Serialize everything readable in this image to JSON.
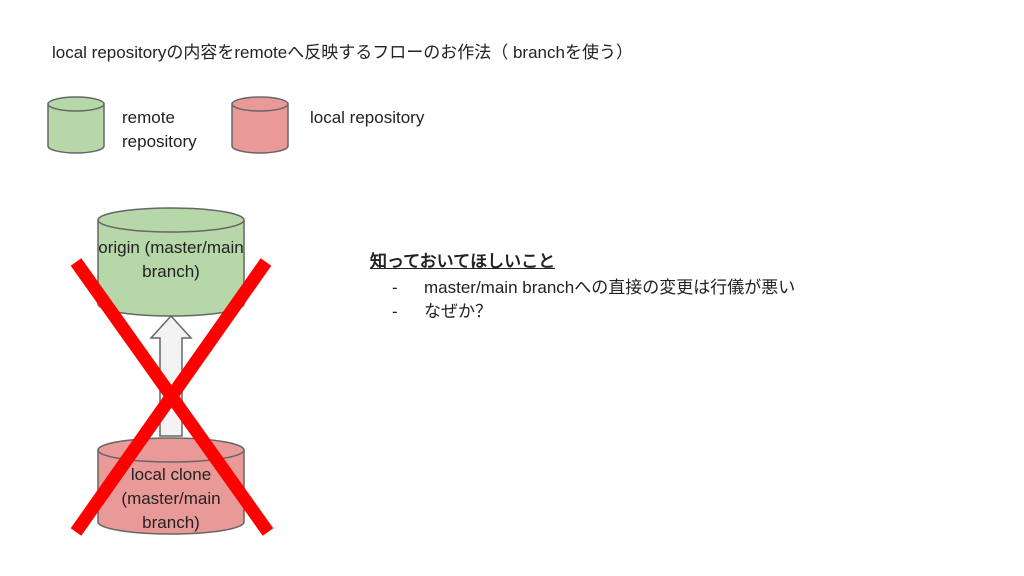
{
  "title": "local repositoryの内容をremoteへ反映するフローのお作法（ branchを使う）",
  "legend": {
    "remote": "remote repository",
    "local": "local repository"
  },
  "origin_label": "origin (master/main branch)",
  "local_clone_label": "local clone (master/main branch)",
  "notes": {
    "heading": "知っておいてほしいこと",
    "items": [
      {
        "bullet": "-",
        "text": "master/main branchへの直接の変更は行儀が悪い"
      },
      {
        "bullet": "-",
        "text": "なぜか？"
      }
    ]
  },
  "colors": {
    "remote_fill": "#b6d7a8",
    "local_fill": "#ea9999",
    "cross": "#ff0000",
    "arrow_fill": "#f3f3f3"
  }
}
